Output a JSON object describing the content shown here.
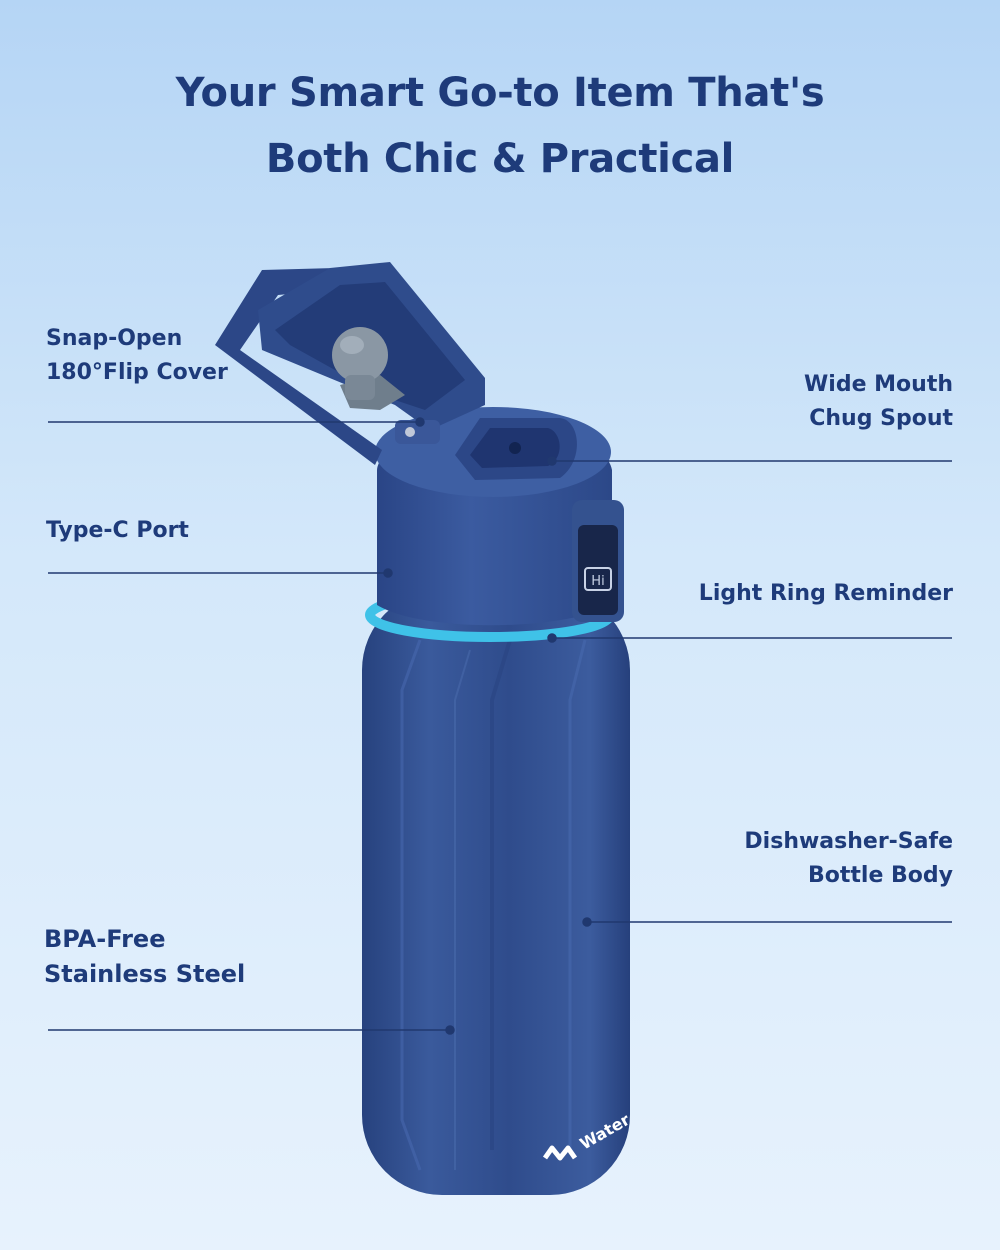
{
  "headline": {
    "line1": "Your Smart Go-to Item That's",
    "line2": "Both Chic & Practical"
  },
  "callouts": {
    "flip_cover": {
      "line1": "Snap-Open",
      "line2": "180°Flip Cover"
    },
    "type_c_port": {
      "line1": "Type-C Port"
    },
    "bpa_free": {
      "line1": "BPA-Free",
      "line2": "Stainless Steel"
    },
    "chug_spout": {
      "line1": "Wide Mouth",
      "line2": "Chug Spout"
    },
    "light_ring": {
      "line1": "Light Ring Reminder"
    },
    "dishwasher": {
      "line1": "Dishwasher-Safe",
      "line2": "Bottle Body"
    }
  },
  "product": {
    "display_text": "Hi",
    "brand": "Water"
  },
  "colors": {
    "text": "#1e3b7a",
    "bottle": "#2f4c8c",
    "light_ring": "#3fc2e8",
    "background": "#cfe4f8"
  }
}
